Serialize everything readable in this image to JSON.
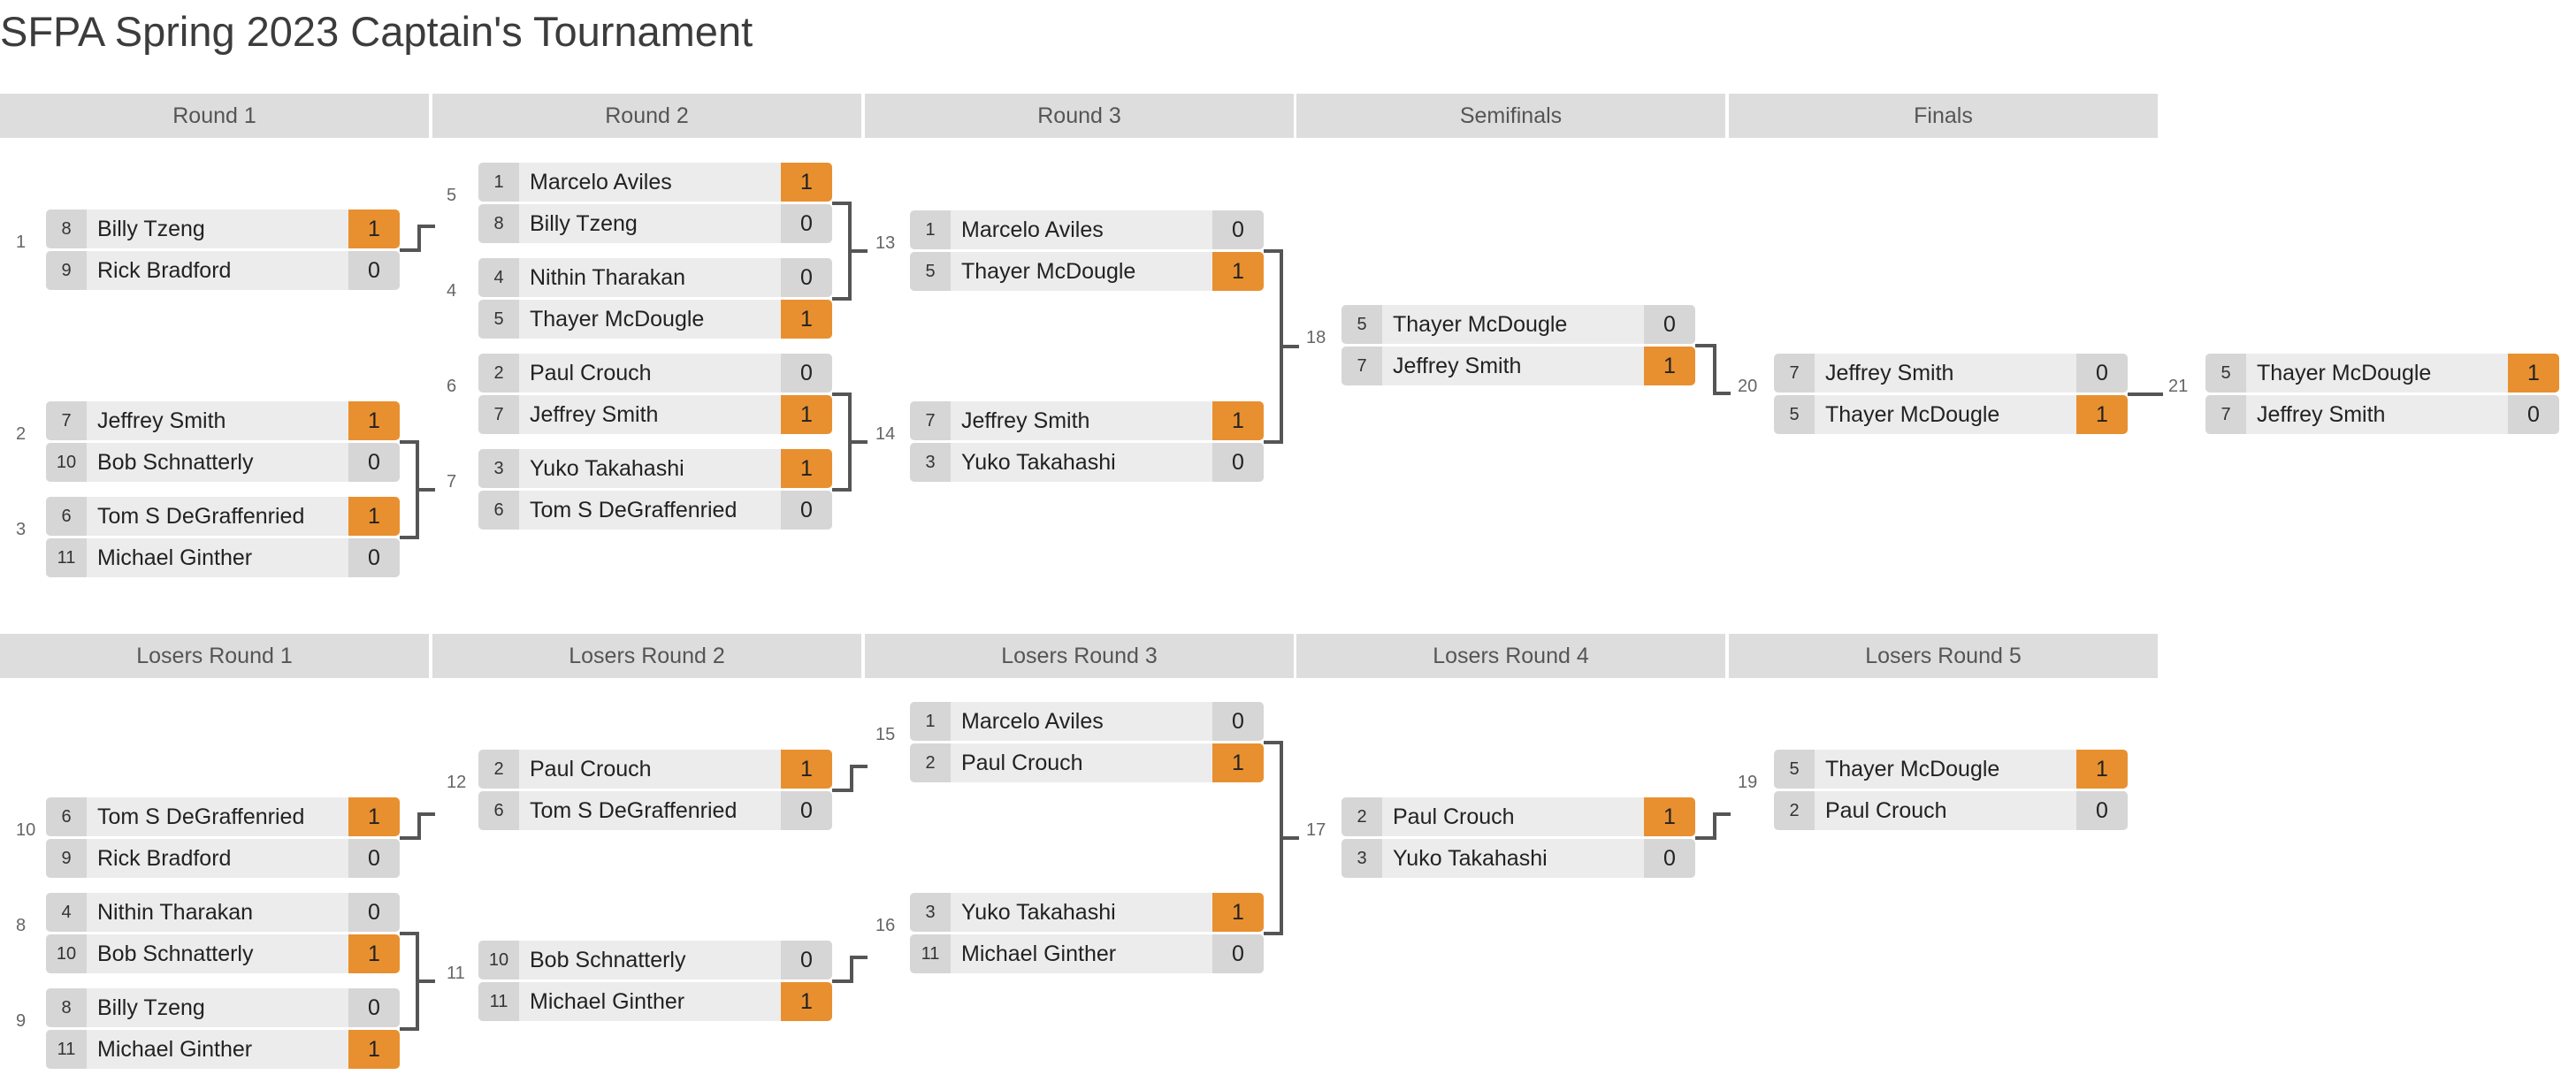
{
  "page": {
    "title": "SFPA Spring 2023 Captain's Tournament",
    "colors": {
      "accent": "#e8902f",
      "header_bg": "#dddddd",
      "row_bg": "#ececec",
      "score_bg": "#d6d6d6",
      "connector": "#555555"
    }
  },
  "winners": {
    "headers": [
      "Round 1",
      "Round 2",
      "Round 3",
      "Semifinals",
      "Finals"
    ]
  },
  "losers": {
    "headers": [
      "Losers Round 1",
      "Losers Round 2",
      "Losers Round 3",
      "Losers Round 4",
      "Losers Round 5"
    ]
  },
  "matches": [
    {
      "num": "1",
      "teams": [
        {
          "seed": "8",
          "name": "Billy Tzeng",
          "score": "1",
          "win": true
        },
        {
          "seed": "9",
          "name": "Rick Bradford",
          "score": "0",
          "win": false
        }
      ]
    },
    {
      "num": "2",
      "teams": [
        {
          "seed": "7",
          "name": "Jeffrey Smith",
          "score": "1",
          "win": true
        },
        {
          "seed": "10",
          "name": "Bob Schnatterly",
          "score": "0",
          "win": false
        }
      ]
    },
    {
      "num": "3",
      "teams": [
        {
          "seed": "6",
          "name": "Tom S DeGraffenried",
          "score": "1",
          "win": true
        },
        {
          "seed": "11",
          "name": "Michael Ginther",
          "score": "0",
          "win": false
        }
      ]
    },
    {
      "num": "5",
      "teams": [
        {
          "seed": "1",
          "name": "Marcelo Aviles",
          "score": "1",
          "win": true
        },
        {
          "seed": "8",
          "name": "Billy Tzeng",
          "score": "0",
          "win": false
        }
      ]
    },
    {
      "num": "4",
      "teams": [
        {
          "seed": "4",
          "name": "Nithin Tharakan",
          "score": "0",
          "win": false
        },
        {
          "seed": "5",
          "name": "Thayer McDougle",
          "score": "1",
          "win": true
        }
      ]
    },
    {
      "num": "6",
      "teams": [
        {
          "seed": "2",
          "name": "Paul Crouch",
          "score": "0",
          "win": false
        },
        {
          "seed": "7",
          "name": "Jeffrey Smith",
          "score": "1",
          "win": true
        }
      ]
    },
    {
      "num": "7",
      "teams": [
        {
          "seed": "3",
          "name": "Yuko Takahashi",
          "score": "1",
          "win": true
        },
        {
          "seed": "6",
          "name": "Tom S DeGraffenried",
          "score": "0",
          "win": false
        }
      ]
    },
    {
      "num": "13",
      "teams": [
        {
          "seed": "1",
          "name": "Marcelo Aviles",
          "score": "0",
          "win": false
        },
        {
          "seed": "5",
          "name": "Thayer McDougle",
          "score": "1",
          "win": true
        }
      ]
    },
    {
      "num": "14",
      "teams": [
        {
          "seed": "7",
          "name": "Jeffrey Smith",
          "score": "1",
          "win": true
        },
        {
          "seed": "3",
          "name": "Yuko Takahashi",
          "score": "0",
          "win": false
        }
      ]
    },
    {
      "num": "18",
      "teams": [
        {
          "seed": "5",
          "name": "Thayer McDougle",
          "score": "0",
          "win": false
        },
        {
          "seed": "7",
          "name": "Jeffrey Smith",
          "score": "1",
          "win": true
        }
      ]
    },
    {
      "num": "20",
      "teams": [
        {
          "seed": "7",
          "name": "Jeffrey Smith",
          "score": "0",
          "win": false
        },
        {
          "seed": "5",
          "name": "Thayer McDougle",
          "score": "1",
          "win": true
        }
      ]
    },
    {
      "num": "21",
      "teams": [
        {
          "seed": "5",
          "name": "Thayer McDougle",
          "score": "1",
          "win": true
        },
        {
          "seed": "7",
          "name": "Jeffrey Smith",
          "score": "0",
          "win": false
        }
      ]
    },
    {
      "num": "10",
      "teams": [
        {
          "seed": "6",
          "name": "Tom S DeGraffenried",
          "score": "1",
          "win": true
        },
        {
          "seed": "9",
          "name": "Rick Bradford",
          "score": "0",
          "win": false
        }
      ]
    },
    {
      "num": "8",
      "teams": [
        {
          "seed": "4",
          "name": "Nithin Tharakan",
          "score": "0",
          "win": false
        },
        {
          "seed": "10",
          "name": "Bob Schnatterly",
          "score": "1",
          "win": true
        }
      ]
    },
    {
      "num": "9",
      "teams": [
        {
          "seed": "8",
          "name": "Billy Tzeng",
          "score": "0",
          "win": false
        },
        {
          "seed": "11",
          "name": "Michael Ginther",
          "score": "1",
          "win": true
        }
      ]
    },
    {
      "num": "12",
      "teams": [
        {
          "seed": "2",
          "name": "Paul Crouch",
          "score": "1",
          "win": true
        },
        {
          "seed": "6",
          "name": "Tom S DeGraffenried",
          "score": "0",
          "win": false
        }
      ]
    },
    {
      "num": "11",
      "teams": [
        {
          "seed": "10",
          "name": "Bob Schnatterly",
          "score": "0",
          "win": false
        },
        {
          "seed": "11",
          "name": "Michael Ginther",
          "score": "1",
          "win": true
        }
      ]
    },
    {
      "num": "15",
      "teams": [
        {
          "seed": "1",
          "name": "Marcelo Aviles",
          "score": "0",
          "win": false
        },
        {
          "seed": "2",
          "name": "Paul Crouch",
          "score": "1",
          "win": true
        }
      ]
    },
    {
      "num": "16",
      "teams": [
        {
          "seed": "3",
          "name": "Yuko Takahashi",
          "score": "1",
          "win": true
        },
        {
          "seed": "11",
          "name": "Michael Ginther",
          "score": "0",
          "win": false
        }
      ]
    },
    {
      "num": "17",
      "teams": [
        {
          "seed": "2",
          "name": "Paul Crouch",
          "score": "1",
          "win": true
        },
        {
          "seed": "3",
          "name": "Yuko Takahashi",
          "score": "0",
          "win": false
        }
      ]
    },
    {
      "num": "19",
      "teams": [
        {
          "seed": "5",
          "name": "Thayer McDougle",
          "score": "1",
          "win": true
        },
        {
          "seed": "2",
          "name": "Paul Crouch",
          "score": "0",
          "win": false
        }
      ]
    }
  ]
}
